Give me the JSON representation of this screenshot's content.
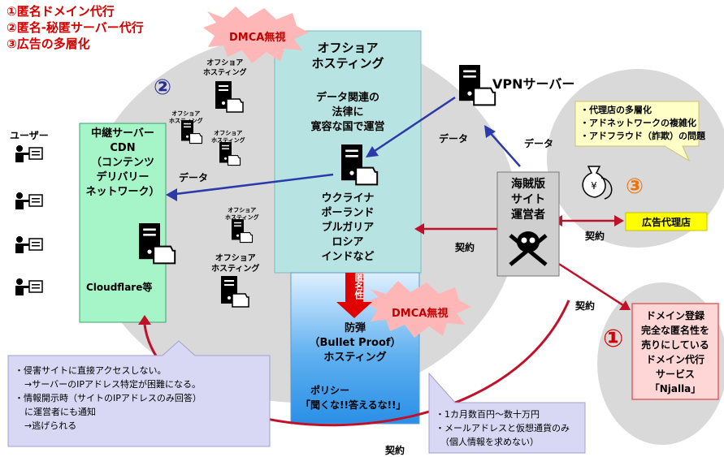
{
  "legend": {
    "item1": "①匿名ドメイン代行",
    "item2": "②匿名-秘匿サーバー代行",
    "item3": "③広告の多層化"
  },
  "markers": {
    "two": "②",
    "three": "③",
    "one": "①"
  },
  "dmca": {
    "top": "DMCA無視",
    "bottom": "DMCA無視"
  },
  "users": {
    "label": "ユーザー"
  },
  "relay": {
    "title": "中継サーバー",
    "cdn": "CDN",
    "cdn_desc1": "（コンテンツ",
    "cdn_desc2": "デリバリー",
    "cdn_desc3": "ネットワーク）",
    "cloudflare": "Cloudflare等"
  },
  "offshore": {
    "title1": "オフショア",
    "title2": "ホスティング",
    "desc1": "データ関連の",
    "desc2": "法律に",
    "desc3": "寛容な国で運営",
    "countries": [
      "ウクライナ",
      "ポーランド",
      "ブルガリア",
      "ロシア",
      "インドなど"
    ]
  },
  "small_servers": {
    "a1": "オフショア",
    "a2": "ホスティング",
    "b1": "オフショア",
    "b2": "ホスティング",
    "c1": "オフショア",
    "c2": "ホスティング",
    "d1": "オフショア",
    "d2": "ホスティング",
    "e1": "オフショア",
    "e2": "ホスティング"
  },
  "anonymity": "匿名性",
  "bulletproof": {
    "line1": "防弾",
    "line2": "（Bullet Proof）",
    "line3": "ホスティング",
    "policy_label": "ポリシー",
    "policy": "「聞くな!!答えるな!!」"
  },
  "vpn": {
    "label": "VPNサーバー"
  },
  "data_labels": {
    "d1": "データ",
    "d2": "データ",
    "d3": "データ"
  },
  "pirate": {
    "line1": "海賊版",
    "line2": "サイト",
    "line3": "運営者"
  },
  "contract": {
    "c1": "契約",
    "c2": "契約",
    "c3": "契約",
    "c4": "契約"
  },
  "ad_callout": {
    "line1": "・代理店の多層化",
    "line2": "・アドネットワークの複雑化",
    "line3": "・アドフラウド（詐欺）の問題"
  },
  "ad_agency": "広告代理店",
  "domain_box": {
    "line1": "ドメイン登録",
    "line2": "完全な匿名性を",
    "line3": "売りにしている",
    "line4": "ドメイン代行",
    "line5": "サービス",
    "line6": "「Njalla」"
  },
  "left_note": {
    "line1": "・侵害サイトに直接アクセスしない。",
    "line2": "→サーバーのIPアドレス特定が困難になる。",
    "line3": "・情報開示時（サイトのIPアドレスのみ回答）",
    "line4": "に運営者にも通知",
    "line5": "→逃げられる"
  },
  "price_note": {
    "line1": "・1カ月数百円～数十万円",
    "line2": "・メールアドレスと仮想通貨のみ",
    "line3": "（個人情報を求めない）"
  },
  "colors": {
    "red": "#d60000",
    "navy": "#2a2f8f",
    "green_box": "#a6f5c8",
    "teal_box": "#b8e3e3",
    "lavender": "#d8d8f4",
    "pink_box": "#ffd6d6",
    "yellow": "#ffff00",
    "callout": "#ffffc8"
  }
}
